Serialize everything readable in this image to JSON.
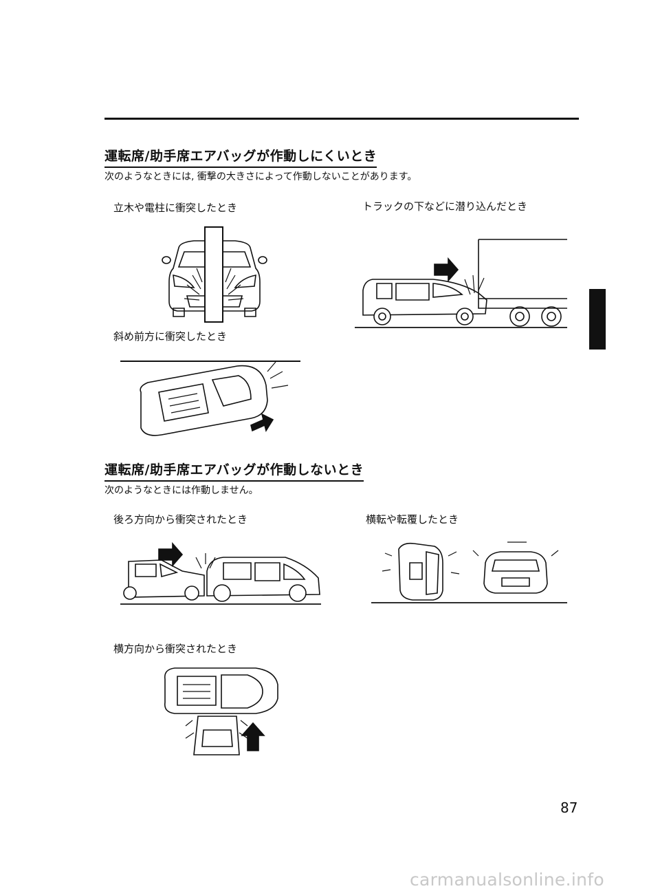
{
  "sections": [
    {
      "heading": "運転席/助手席エアバッグが作動しにくいとき",
      "description": "次のようなときには, 衝撃の大きさによって作動しないことがあります。",
      "captions": [
        "立木や電柱に衝突したとき",
        "トラックの下などに潜り込んだとき",
        "斜め前方に衝突したとき"
      ]
    },
    {
      "heading": "運転席/助手席エアバッグが作動しないとき",
      "description": "次のようなときには作動しません。",
      "captions": [
        "後ろ方向から衝突されたとき",
        "横転や転覆したとき",
        "横方向から衝突されたとき"
      ]
    }
  ],
  "page_number": "87",
  "watermark": "carmanualsonline.info"
}
